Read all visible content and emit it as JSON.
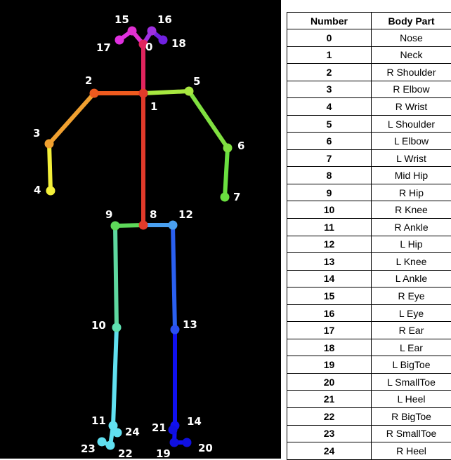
{
  "table": {
    "headers": [
      "Number",
      "Body Part"
    ],
    "rows": [
      [
        "0",
        "Nose"
      ],
      [
        "1",
        "Neck"
      ],
      [
        "2",
        "R Shoulder"
      ],
      [
        "3",
        "R Elbow"
      ],
      [
        "4",
        "R Wrist"
      ],
      [
        "5",
        "L Shoulder"
      ],
      [
        "6",
        "L Elbow"
      ],
      [
        "7",
        "L Wrist"
      ],
      [
        "8",
        "Mid Hip"
      ],
      [
        "9",
        "R Hip"
      ],
      [
        "10",
        "R Knee"
      ],
      [
        "11",
        "R Ankle"
      ],
      [
        "12",
        "L Hip"
      ],
      [
        "13",
        "L Knee"
      ],
      [
        "14",
        "L Ankle"
      ],
      [
        "15",
        "R Eye"
      ],
      [
        "16",
        "L Eye"
      ],
      [
        "17",
        "R Ear"
      ],
      [
        "18",
        "L Ear"
      ],
      [
        "19",
        "L BigToe"
      ],
      [
        "20",
        "L SmallToe"
      ],
      [
        "21",
        "L Heel"
      ],
      [
        "22",
        "R BigToe"
      ],
      [
        "23",
        "R SmallToe"
      ],
      [
        "24",
        "R Heel"
      ]
    ]
  },
  "skeleton": {
    "background": "#000000",
    "label_color": "#ffffff",
    "keypoints": [
      {
        "id": "0",
        "color": "#e0245e"
      },
      {
        "id": "1",
        "color": "#e03a2a"
      },
      {
        "id": "2",
        "color": "#ee5a1e"
      },
      {
        "id": "3",
        "color": "#f0a030"
      },
      {
        "id": "4",
        "color": "#f4f03a"
      },
      {
        "id": "5",
        "color": "#a8e840"
      },
      {
        "id": "6",
        "color": "#80e040"
      },
      {
        "id": "7",
        "color": "#6ae040"
      },
      {
        "id": "8",
        "color": "#e03a2a"
      },
      {
        "id": "9",
        "color": "#5ed85a"
      },
      {
        "id": "10",
        "color": "#5ee0b0"
      },
      {
        "id": "11",
        "color": "#60e0f0"
      },
      {
        "id": "12",
        "color": "#4aa0f0"
      },
      {
        "id": "13",
        "color": "#2a50f0"
      },
      {
        "id": "14",
        "color": "#1010f0"
      },
      {
        "id": "15",
        "color": "#e030d0"
      },
      {
        "id": "16",
        "color": "#a030e0"
      },
      {
        "id": "17",
        "color": "#e030e0"
      },
      {
        "id": "18",
        "color": "#7020e0"
      },
      {
        "id": "19",
        "color": "#1010e0"
      },
      {
        "id": "20",
        "color": "#1010e0"
      },
      {
        "id": "21",
        "color": "#1010e0"
      },
      {
        "id": "22",
        "color": "#60e0f0"
      },
      {
        "id": "23",
        "color": "#60e0f0"
      },
      {
        "id": "24",
        "color": "#60e0f0"
      }
    ],
    "bones": [
      {
        "from": "1",
        "to": "8",
        "color": "#e03a2a"
      },
      {
        "from": "1",
        "to": "0",
        "color": "#e0245e"
      },
      {
        "from": "1",
        "to": "2",
        "color": "#ee5a1e"
      },
      {
        "from": "2",
        "to": "3",
        "color": "#f0a030"
      },
      {
        "from": "3",
        "to": "4",
        "color": "#f4f03a"
      },
      {
        "from": "1",
        "to": "5",
        "color": "#a8e840"
      },
      {
        "from": "5",
        "to": "6",
        "color": "#80e040"
      },
      {
        "from": "6",
        "to": "7",
        "color": "#6ae040"
      },
      {
        "from": "8",
        "to": "9",
        "color": "#5ed85a"
      },
      {
        "from": "9",
        "to": "10",
        "color": "#5ed8a0"
      },
      {
        "from": "10",
        "to": "11",
        "color": "#60e0f0"
      },
      {
        "from": "8",
        "to": "12",
        "color": "#4aa0f0"
      },
      {
        "from": "12",
        "to": "13",
        "color": "#2a60f0"
      },
      {
        "from": "13",
        "to": "14",
        "color": "#1010f0"
      },
      {
        "from": "0",
        "to": "15",
        "color": "#e030d0"
      },
      {
        "from": "0",
        "to": "16",
        "color": "#a030e0"
      },
      {
        "from": "15",
        "to": "17",
        "color": "#e030e0"
      },
      {
        "from": "16",
        "to": "18",
        "color": "#7020e0"
      },
      {
        "from": "14",
        "to": "21",
        "color": "#1010f0"
      },
      {
        "from": "14",
        "to": "19",
        "color": "#1010f0"
      },
      {
        "from": "19",
        "to": "20",
        "color": "#1010f0"
      },
      {
        "from": "11",
        "to": "24",
        "color": "#60e0f0"
      },
      {
        "from": "11",
        "to": "22",
        "color": "#60e0f0"
      },
      {
        "from": "22",
        "to": "23",
        "color": "#60e0f0"
      }
    ]
  }
}
